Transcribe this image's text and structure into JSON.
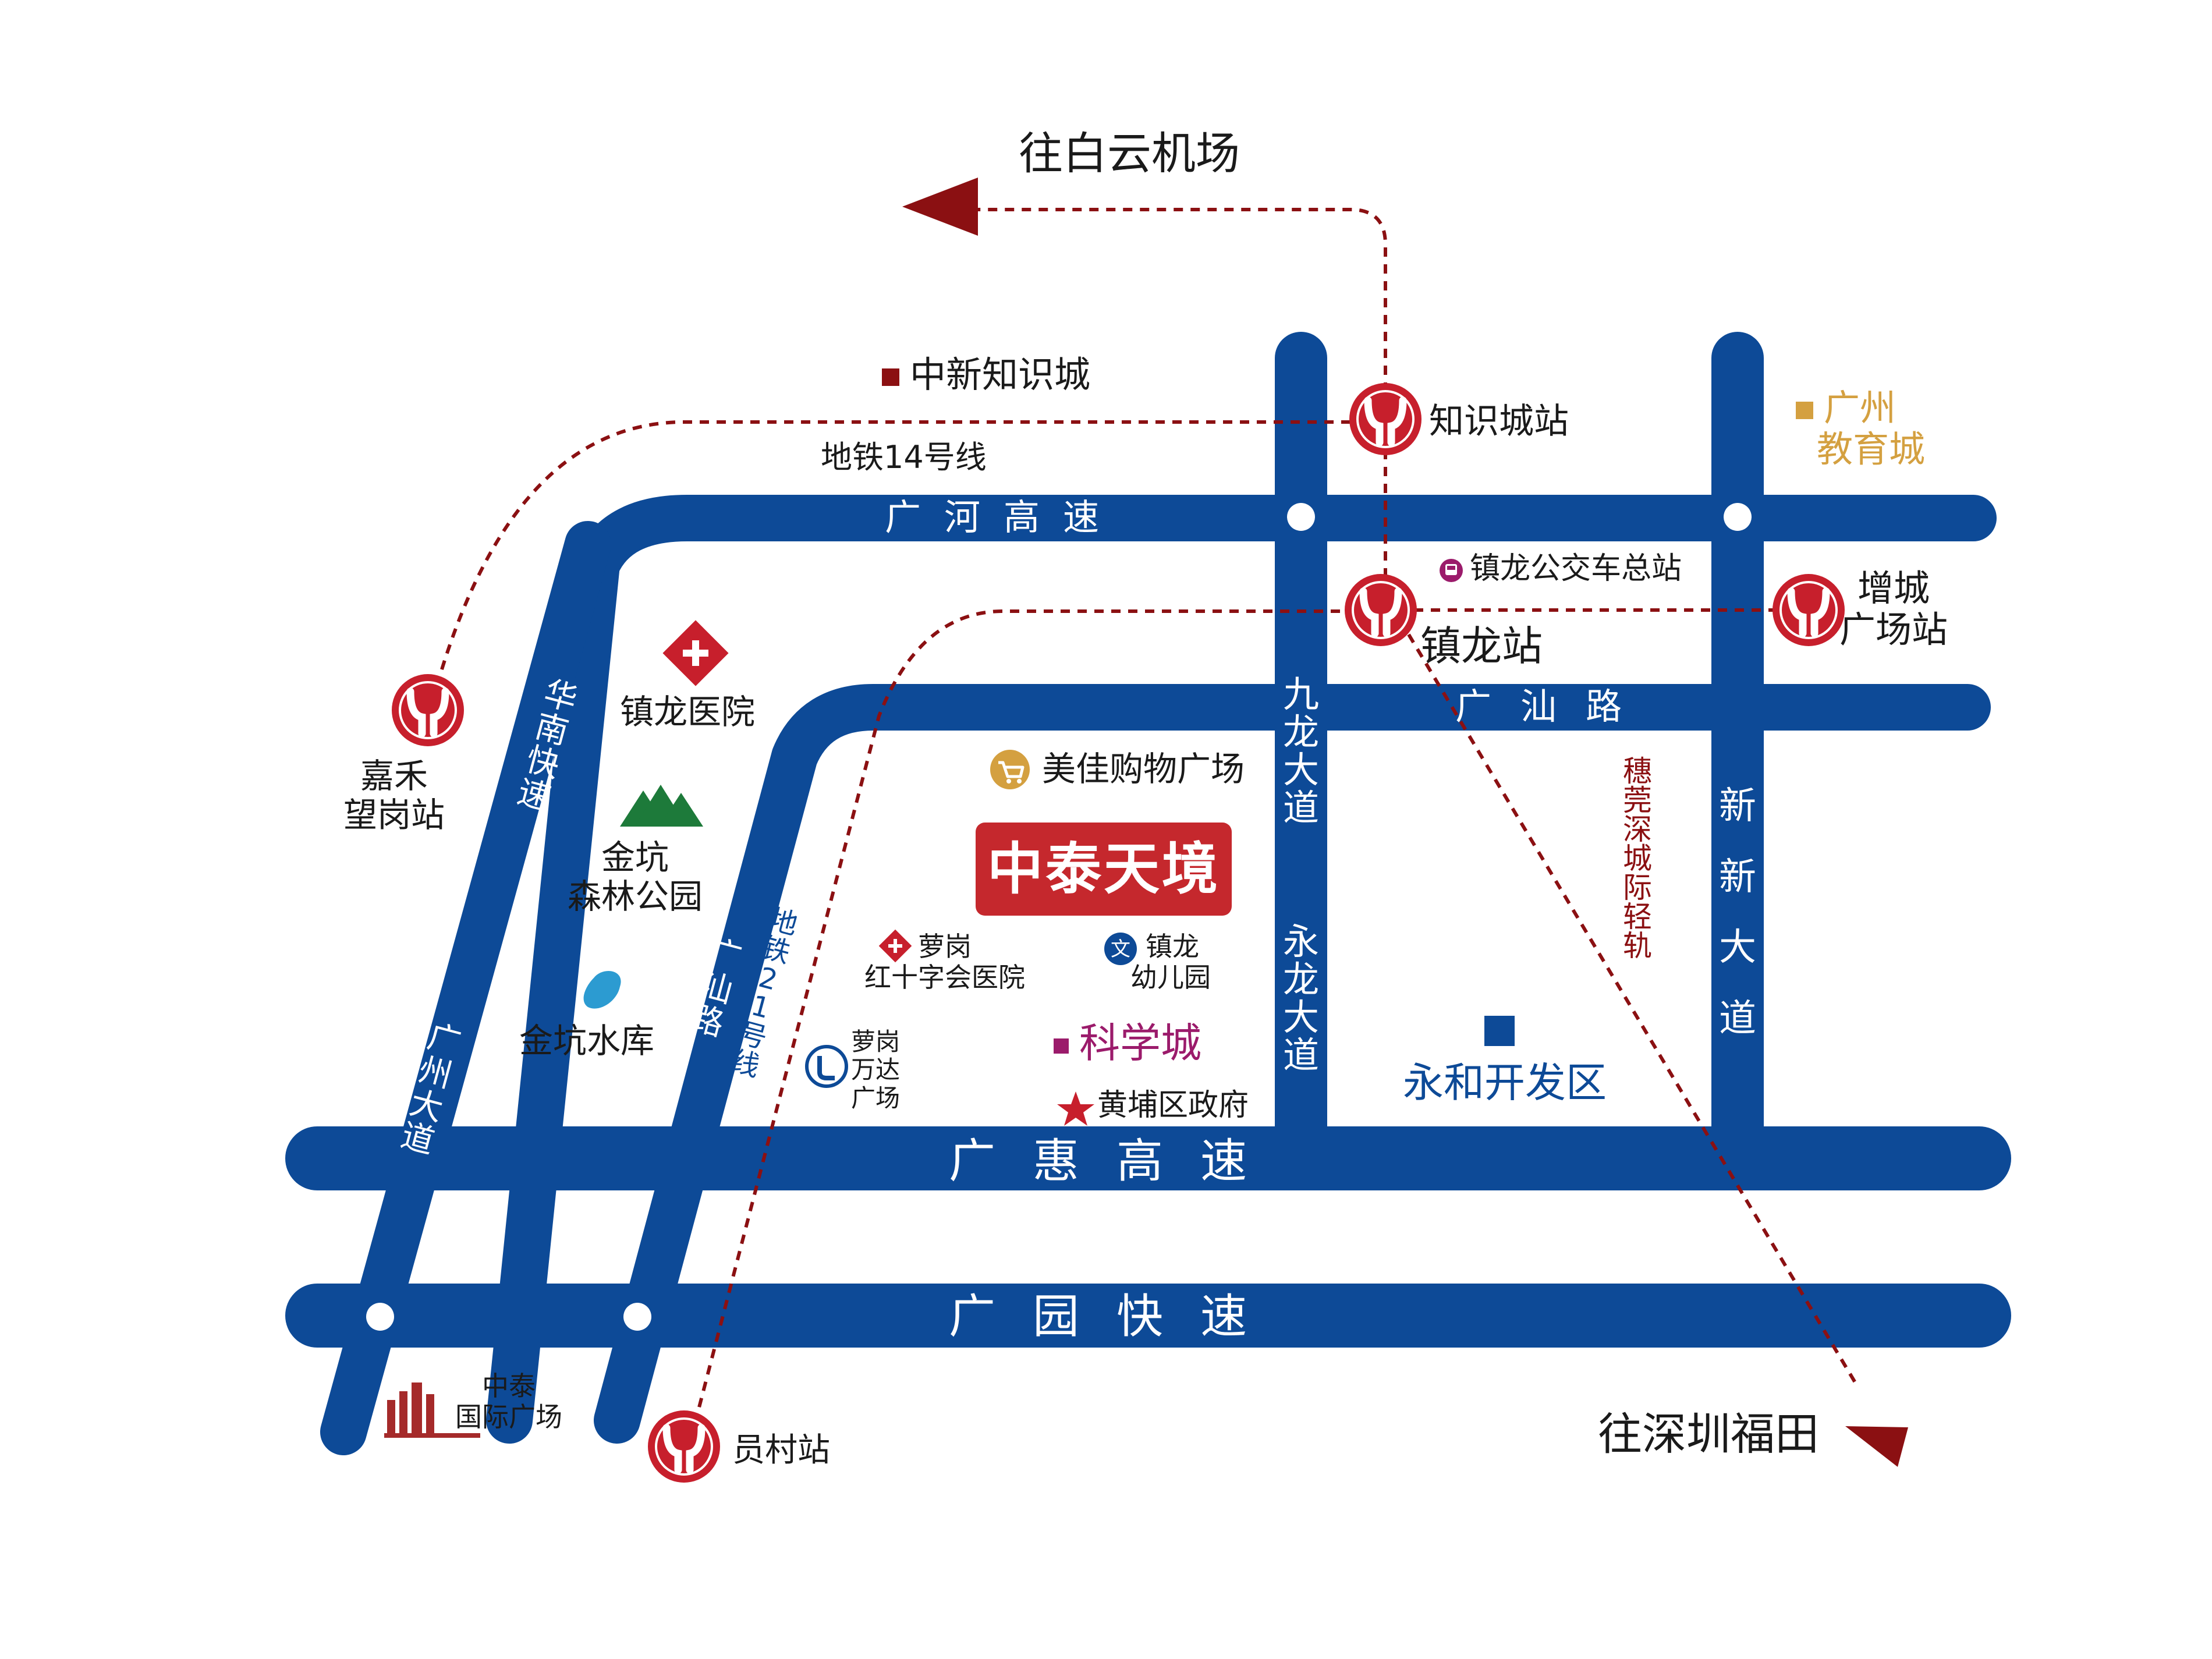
{
  "directions": {
    "airport": "往白云机场",
    "shenzhen": "往深圳福田"
  },
  "highways": {
    "guanghe": "广河高速",
    "guanghui": "广惠高速",
    "guangyuan": "广园快速",
    "guangshan_top": "广汕路",
    "guangshan_side": "广汕路",
    "huanan": "华南快速",
    "guangzhou_ave": "广州大道",
    "jiulong": "九龙大道",
    "yonglong": "永龙大道",
    "xinxin": "新新大道"
  },
  "lines": {
    "metro14": "地铁14号线",
    "metro21": "地铁21号线",
    "intercity": "穗莞深城际轻轨"
  },
  "stations": {
    "zhishicheng": "知识城站",
    "zhenlong": "镇龙站",
    "zengcheng_l1": "增城",
    "zengcheng_l2": "广场站",
    "jiahe_l1": "嘉禾",
    "jiahe_l2": "望岗站",
    "yuncun": "员村站"
  },
  "places": {
    "zhongxin": "中新知识城",
    "edu_l1": "广州",
    "edu_l2": "教育城",
    "bus_terminal": "镇龙公交车总站",
    "hospital": "镇龙医院",
    "forest_l1": "金坑",
    "forest_l2": "森林公园",
    "reservoir": "金坑水库",
    "meijia": "美佳购物广场",
    "project": "中泰天境",
    "redcross_l1": "萝岗",
    "redcross_l2": "红十字会医院",
    "kinder_l1": "镇龙",
    "kinder_l2": "幼儿园",
    "wanda_l1": "萝岗",
    "wanda_l2": "万达",
    "wanda_l3": "广场",
    "science_city": "科学城",
    "gov": "黄埔区政府",
    "yonghe": "永和开发区",
    "zhongtai_l1": "中泰",
    "zhongtai_l2": "国际广场"
  },
  "colors": {
    "road": "#0d4a97",
    "route": "#8b1012",
    "metro": "#c71f2c",
    "science": "#9b1b6b",
    "edu": "#d4a040",
    "tree": "#1d7a3a",
    "lake": "#2c9bd1"
  },
  "icons": {
    "metro": "metro-logo-icon",
    "hospital": "red-cross-icon",
    "cart": "shopping-cart-icon",
    "school": "school-wen-icon",
    "wanda": "wanda-logo-icon",
    "bus": "bus-icon",
    "tree": "tree-icon",
    "lake": "lake-icon",
    "star": "star-icon",
    "building": "building-icon"
  }
}
